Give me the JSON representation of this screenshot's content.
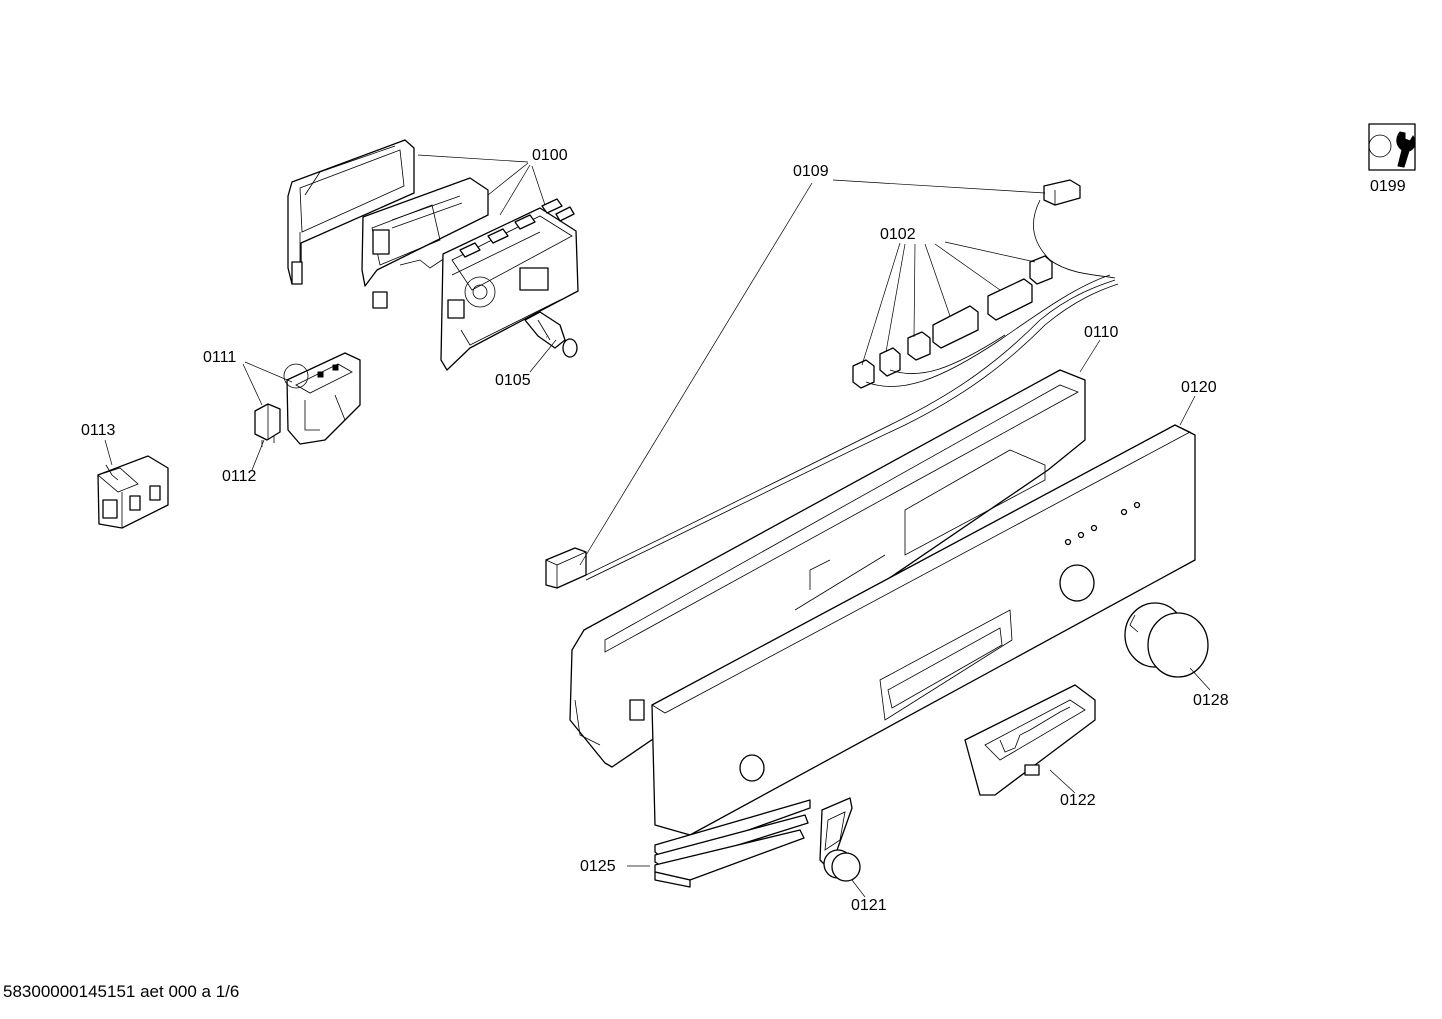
{
  "diagram": {
    "parts": [
      {
        "id": "p0100",
        "number": "0100"
      },
      {
        "id": "p0109",
        "number": "0109"
      },
      {
        "id": "p0102",
        "number": "0102"
      },
      {
        "id": "p0110",
        "number": "0110"
      },
      {
        "id": "p0120",
        "number": "0120"
      },
      {
        "id": "p0111",
        "number": "0111"
      },
      {
        "id": "p0112",
        "number": "0112"
      },
      {
        "id": "p0113",
        "number": "0113"
      },
      {
        "id": "p0105",
        "number": "0105"
      },
      {
        "id": "p0128",
        "number": "0128"
      },
      {
        "id": "p0122",
        "number": "0122"
      },
      {
        "id": "p0125",
        "number": "0125"
      },
      {
        "id": "p0121",
        "number": "0121"
      },
      {
        "id": "p0199",
        "number": "0199"
      }
    ],
    "tool_icon": "wrench-icon",
    "footer": "58300000145151 aet 000 a 1/6"
  }
}
